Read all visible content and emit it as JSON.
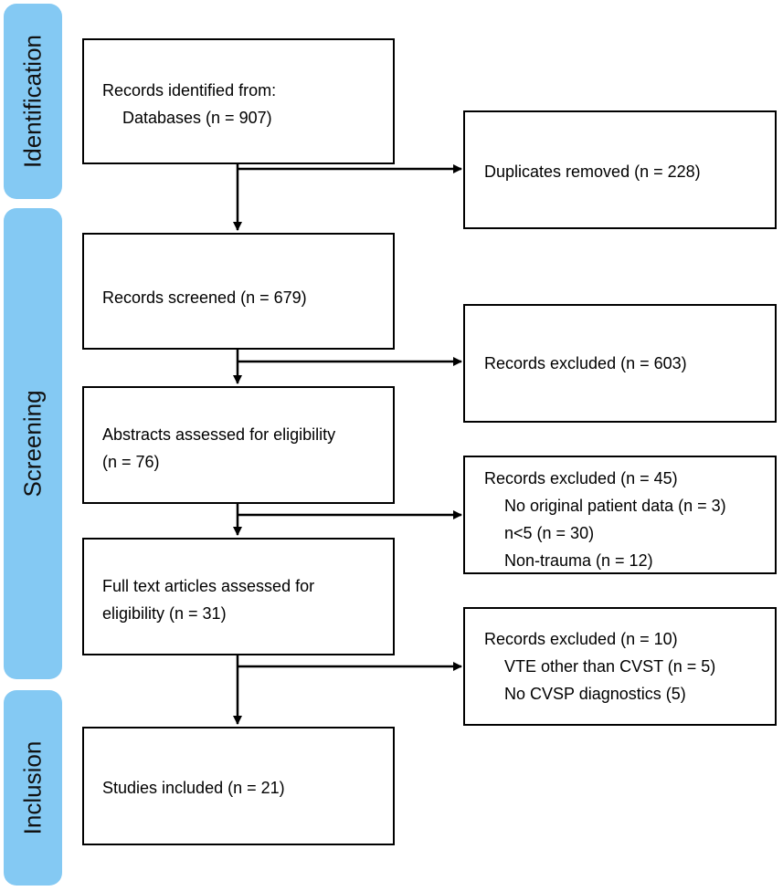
{
  "phases": {
    "identification": "Identification",
    "screening": "Screening",
    "inclusion": "Inclusion"
  },
  "boxes": {
    "records_identified": {
      "line1": "Records identified from:",
      "line2": "Databases (n = 907)"
    },
    "duplicates_removed": "Duplicates removed  (n = 228)",
    "records_screened": "Records screened (n = 679)",
    "records_excluded_1": "Records excluded (n = 603)",
    "abstracts_assessed": {
      "line1": "Abstracts assessed for eligibility",
      "line2": "(n = 76)"
    },
    "records_excluded_2": {
      "line1": "Records excluded (n = 45)",
      "line2": "No original patient data (n = 3)",
      "line3": "n<5 (n = 30)",
      "line4": "Non-trauma (n = 12)"
    },
    "full_text_assessed": {
      "line1": "Full text articles assessed for",
      "line2": "eligibility (n = 31)"
    },
    "records_excluded_3": {
      "line1": "Records excluded (n = 10)",
      "line2": "VTE other than CVST (n = 5)",
      "line3": "No CVSP diagnostics (5)"
    },
    "studies_included": "Studies included (n = 21)"
  },
  "colors": {
    "phase_fill": "#84c9f3",
    "box_border": "#000000",
    "arrow": "#000000"
  }
}
